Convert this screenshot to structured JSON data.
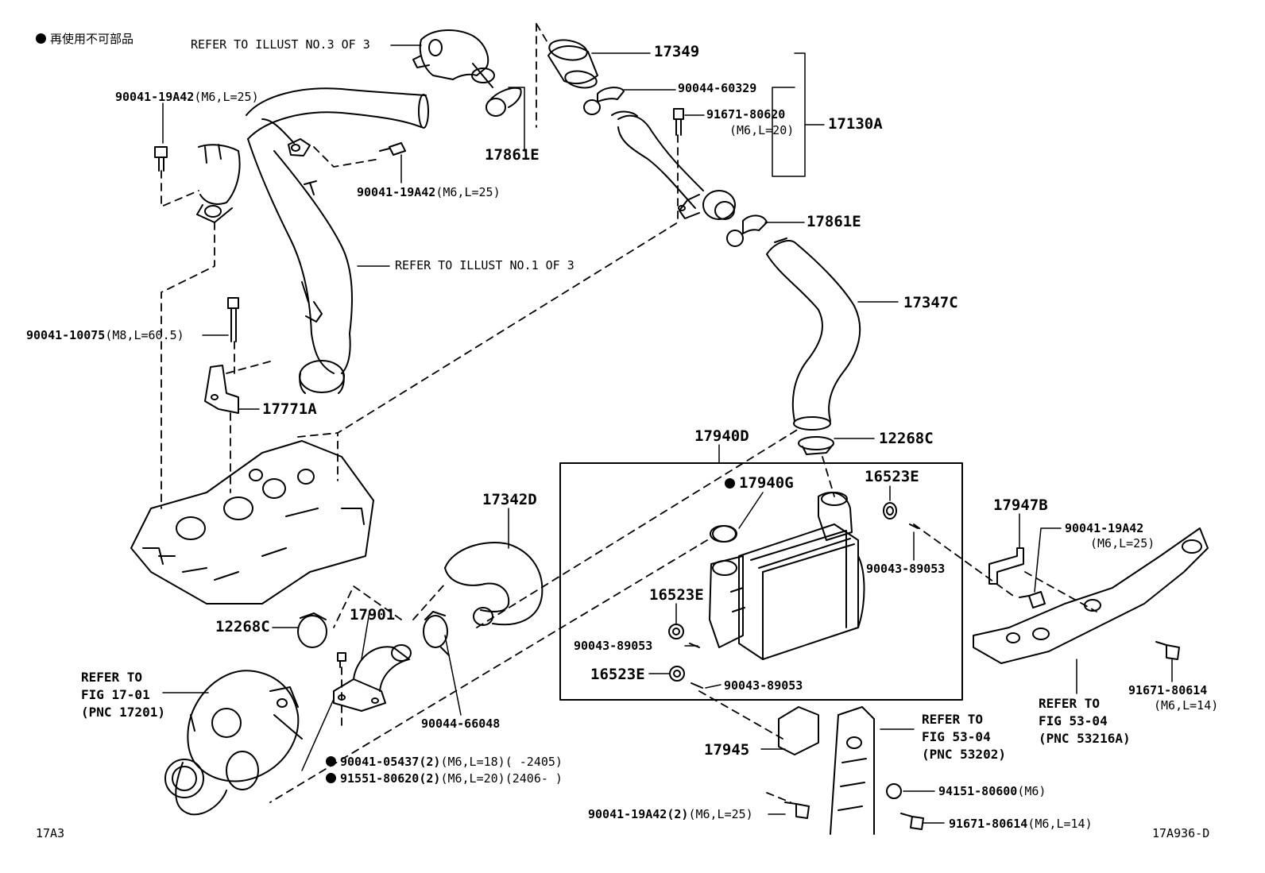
{
  "legend": {
    "text": "再使用不可部品"
  },
  "refs": {
    "illust3": "REFER TO ILLUST NO.3 OF 3",
    "illust1": "REFER TO ILLUST NO.1 OF 3",
    "fig1701": [
      "REFER TO",
      "FIG 17-01",
      "(PNC 17201)"
    ],
    "fig5304a": [
      "REFER TO",
      "FIG 53-04",
      "(PNC 53202)"
    ],
    "fig5304b": [
      "REFER TO",
      "FIG 53-04",
      "(PNC 53216A)"
    ]
  },
  "parts": {
    "p17349": "17349",
    "p90044_60329": "90044-60329",
    "p91671_80620": "91671-80620",
    "p91671_80620_spec": "(M6,L=20)",
    "p17130A": "17130A",
    "p17861E_a": "17861E",
    "p17861E_b": "17861E",
    "p90041_19A42_a": "90041-19A42",
    "p90041_19A42_a_spec": "(M6,L=25)",
    "p90041_19A42_b": "90041-19A42",
    "p90041_19A42_b_spec": "(M6,L=25)",
    "p17347C": "17347C",
    "p90041_10075": "90041-10075",
    "p90041_10075_spec": "(M8,L=60.5)",
    "p17771A": "17771A",
    "p17940D": "17940D",
    "p12268C_a": "12268C",
    "p17940G": "17940G",
    "p16523E_a": "16523E",
    "p17947B": "17947B",
    "p90041_19A42_c": "90041-19A42",
    "p90041_19A42_c_spec": "(M6,L=25)",
    "p90043_89053_a": "90043-89053",
    "p17342D": "17342D",
    "p16523E_b": "16523E",
    "p12268C_b": "12268C",
    "p17901": "17901",
    "p90043_89053_b": "90043-89053",
    "p16523E_c": "16523E",
    "p90043_89053_c": "90043-89053",
    "p90044_66048": "90044-66048",
    "p91671_80614_a": "91671-80614",
    "p91671_80614_a_spec": "(M6,L=14)",
    "p90041_05437": "90041-05437(2)",
    "p90041_05437_spec": "(M6,L=18)(      -2405)",
    "p91551_80620": "91551-80620(2)",
    "p91551_80620_spec": "(M6,L=20)(2406-      )",
    "p17945": "17945",
    "p94151_80600": "94151-80600",
    "p94151_80600_spec": "(M6)",
    "p90041_19A42_d": "90041-19A42(2)",
    "p90041_19A42_d_spec": "(M6,L=25)",
    "p91671_80614_b": "91671-80614",
    "p91671_80614_b_spec": "(M6,L=14)"
  },
  "footer": {
    "left": "17A3",
    "right": "17A936-D"
  }
}
